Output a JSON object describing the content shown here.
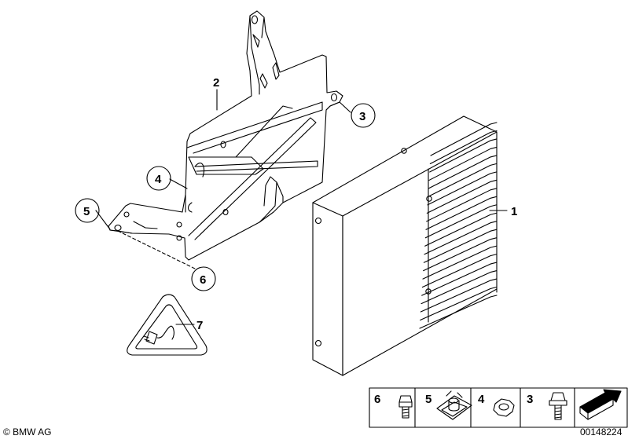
{
  "callouts": {
    "c1": "1",
    "c2": "2",
    "c3": "3",
    "c4": "4",
    "c5": "5",
    "c6": "6",
    "c7": "7"
  },
  "legend": {
    "items": [
      {
        "number": "6",
        "icon": "bolt-icon"
      },
      {
        "number": "5",
        "icon": "clip-nut-icon"
      },
      {
        "number": "4",
        "icon": "hex-nut-icon"
      },
      {
        "number": "3",
        "icon": "bolt-icon"
      },
      {
        "number": "",
        "icon": "arrow-icon"
      }
    ]
  },
  "footer": {
    "copyright": "© BMW AG",
    "drawing_number": "00148224"
  }
}
